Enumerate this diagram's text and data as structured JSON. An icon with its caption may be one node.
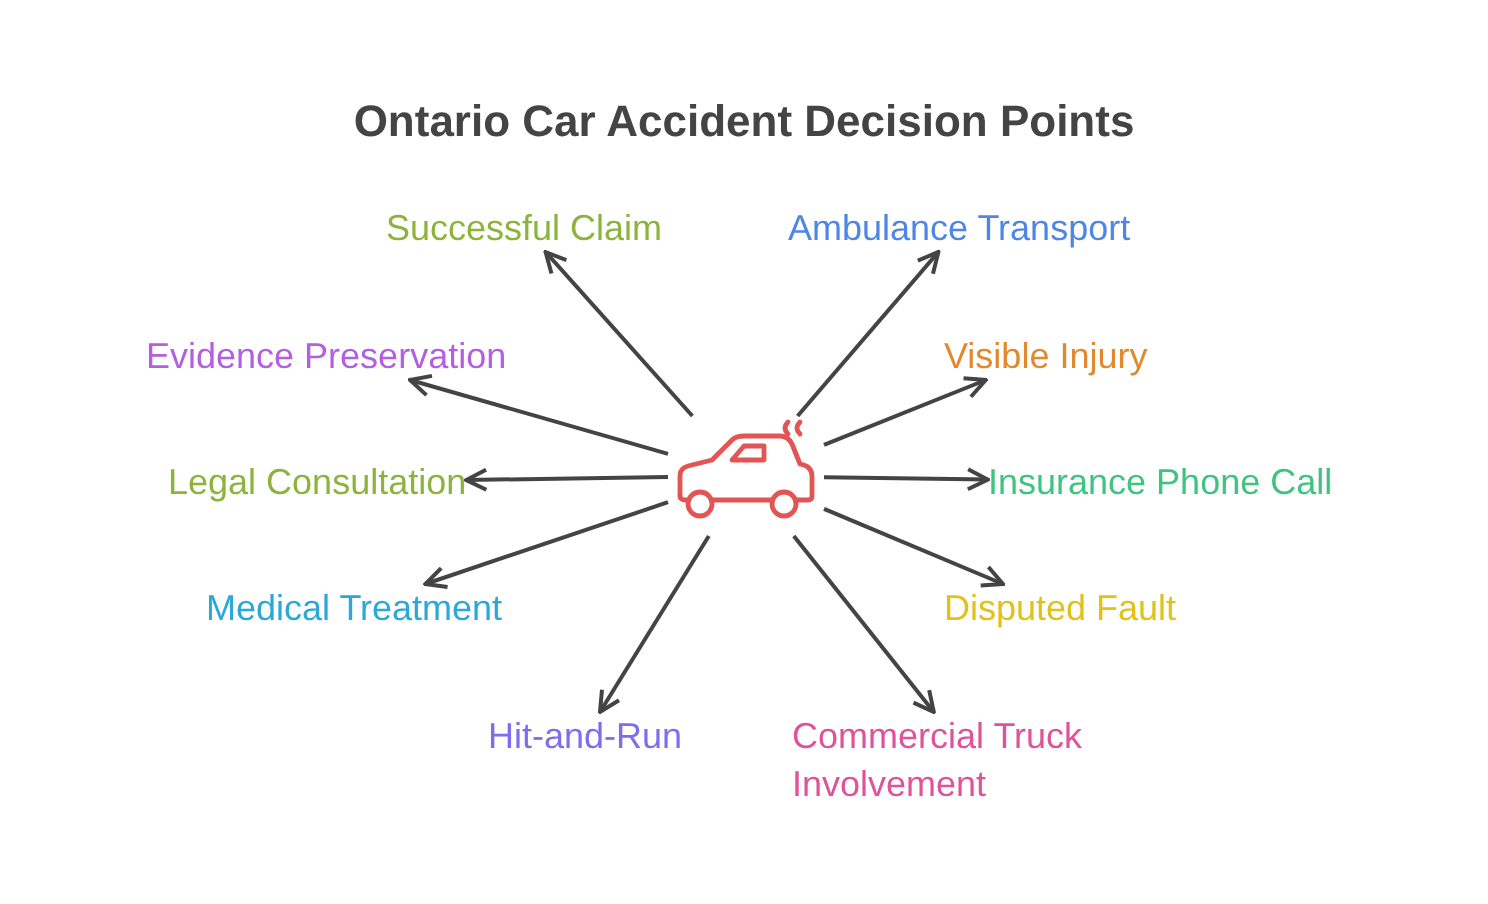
{
  "diagram": {
    "title": "Ontario Car Accident Decision Points",
    "nodes": [
      {
        "text": [],
        "shape": "picture"
      },
      {
        "text": [
          "Successful Claim"
        ]
      },
      {
        "text": [
          "Ambulance Transport"
        ]
      },
      {
        "text": [
          "Evidence Preservation"
        ]
      },
      {
        "text": [
          "Visible Injury"
        ]
      },
      {
        "text": [
          "Legal Consultation"
        ]
      },
      {
        "text": [
          "Insurance Phone Call"
        ]
      },
      {
        "text": [
          "Medical Treatment"
        ]
      },
      {
        "text": [
          "Disputed Fault"
        ]
      },
      {
        "text": [
          "Hit-and-Run"
        ]
      },
      {
        "text": [
          "Commercial Truck Involvement"
        ]
      }
    ],
    "edges": [
      {
        "from": 0,
        "to": 1,
        "arrow": "to"
      },
      {
        "from": 0,
        "to": 2,
        "arrow": "to"
      },
      {
        "from": 0,
        "to": 3,
        "arrow": "to"
      },
      {
        "from": 0,
        "to": 4,
        "arrow": "to"
      },
      {
        "from": 0,
        "to": 5,
        "arrow": "to"
      },
      {
        "from": 0,
        "to": 6,
        "arrow": "to"
      },
      {
        "from": 0,
        "to": 7,
        "arrow": "to"
      },
      {
        "from": 0,
        "to": 8,
        "arrow": "to"
      },
      {
        "from": 0,
        "to": 9,
        "arrow": "to"
      },
      {
        "from": 0,
        "to": 10,
        "arrow": "to"
      }
    ]
  }
}
